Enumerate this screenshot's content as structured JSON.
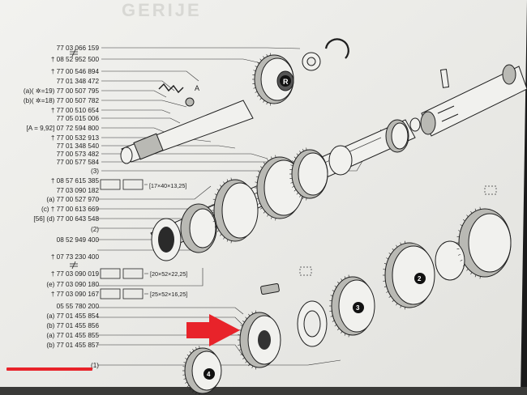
{
  "colors": {
    "paper": "#ebebe8",
    "ink": "#1e1e1e",
    "marker_red": "#e8232a"
  },
  "header_fragment": "GERIJE",
  "left_labels": [
    {
      "text": "77 03 066 159"
    },
    {
      "text": "† 08 52 952 500"
    },
    {
      "text": "† 77 00 546 894"
    },
    {
      "text": "77 01 348 472"
    },
    {
      "text": "(a)( ✲=19) 77 00 507 795"
    },
    {
      "text": "(b)( ✲=18) 77 00 507 782"
    },
    {
      "text": "† 77 00 510 654"
    },
    {
      "text": "77 05 015 006"
    },
    {
      "text": "[A = 9,92] 07 72 594 800"
    },
    {
      "text": "† 77 00 532 913"
    },
    {
      "text": "77 01 348 540"
    },
    {
      "text": "77 00 573 482"
    },
    {
      "text": "77 00 577 584"
    },
    {
      "text": "(3)"
    },
    {
      "text": "† 08 57 615 385"
    },
    {
      "text": "77 03 090 182"
    },
    {
      "text": "(a) 77 00 527 970"
    },
    {
      "text": "(c) † 77 00 613 669"
    },
    {
      "text": "[56] (d) 77 00 643 548"
    },
    {
      "text": "(2)"
    },
    {
      "text": "08 52 949 400"
    },
    {
      "text": "† 07 73 230 400"
    },
    {
      "text": "† 77 03 090 019"
    },
    {
      "text": "(e) 77 03 090 180"
    },
    {
      "text": "† 77 03 090 167"
    },
    {
      "text": "05 55 780 200"
    },
    {
      "text": "(a) 77 01 455 854"
    },
    {
      "text": "(b) 77 01 455 856"
    },
    {
      "text": "(a) 77 01 455 855"
    },
    {
      "text": "(b) 77 01 455 857"
    },
    {
      "text": "(1)"
    }
  ],
  "dimension_labels": [
    "[17×40×13,25]",
    "[20×52×22,25]",
    "[25×52×16,25]"
  ],
  "gear_markers": [
    "R",
    "2",
    "3",
    "4"
  ],
  "callout_letter": "A"
}
